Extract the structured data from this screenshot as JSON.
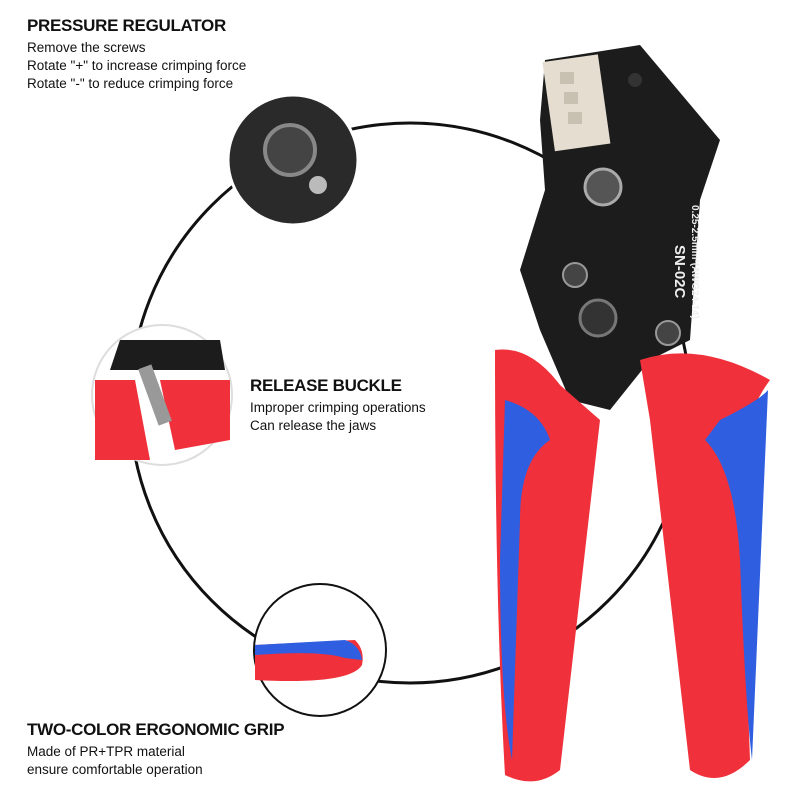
{
  "features": [
    {
      "title": "PRESSURE REGULATOR",
      "lines": [
        "Remove the screws",
        "Rotate \"+\" to increase crimping force",
        "Rotate \"-\" to reduce crimping force"
      ]
    },
    {
      "title": "RELEASE BUCKLE",
      "lines": [
        "Improper crimping operations",
        "Can release the jaws"
      ]
    },
    {
      "title": "TWO-COLOR ERGONOMIC GRIP",
      "lines": [
        "Made of PR+TPR material",
        "ensure comfortable operation"
      ]
    }
  ],
  "tool": {
    "model": "SN-02C",
    "range": "0.25-2.5mm²(AWG24-14)"
  },
  "colors": {
    "handle_red": "#f0303a",
    "handle_blue": "#2f5fe0",
    "body_black": "#1a1a1a"
  }
}
